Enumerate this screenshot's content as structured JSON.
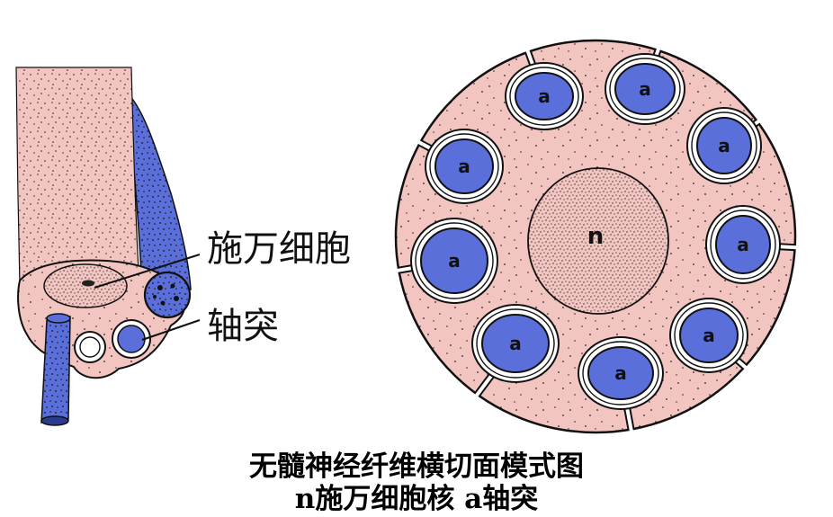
{
  "labels": {
    "schwann_cell": "施万细胞",
    "axon": "轴突"
  },
  "cross_section": {
    "nucleus_label": "n",
    "axons": [
      {
        "label": "a"
      },
      {
        "label": "a"
      },
      {
        "label": "a"
      },
      {
        "label": "a"
      },
      {
        "label": "a"
      },
      {
        "label": "a"
      },
      {
        "label": "a"
      },
      {
        "label": "a"
      },
      {
        "label": "a"
      }
    ]
  },
  "caption": {
    "title": "无髓神经纤维横切面模式图",
    "legend": "n施万细胞核 a轴突"
  },
  "colors": {
    "cytoplasm": "#f3c5c1",
    "axon": "#5a6fd9",
    "axon_end": "#2b3a8c",
    "outline": "#111111"
  }
}
